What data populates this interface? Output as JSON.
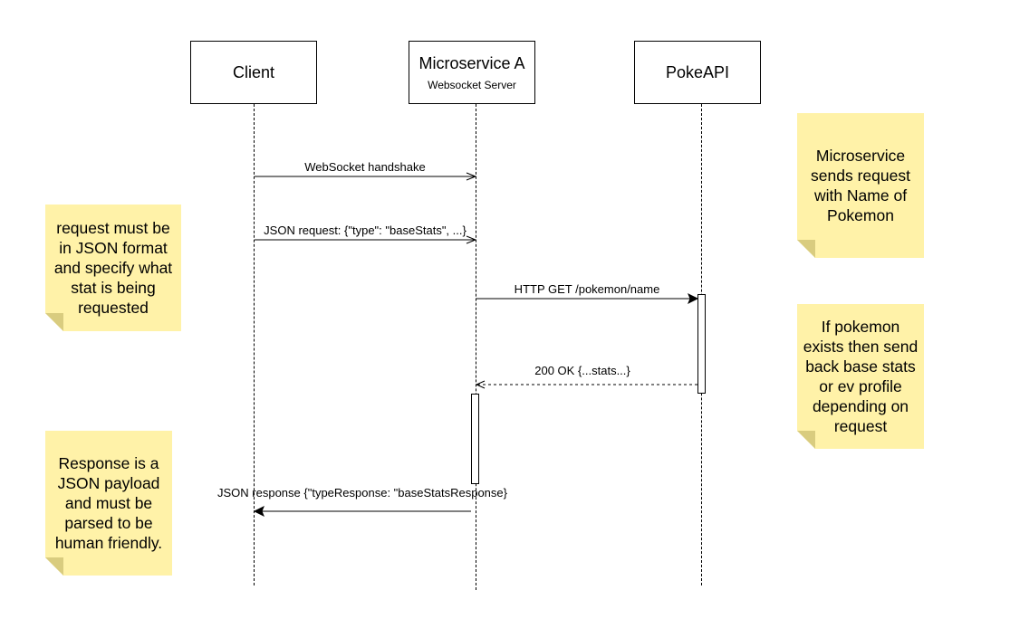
{
  "participants": {
    "client": {
      "name": "Client"
    },
    "microservice": {
      "name": "Microservice A",
      "subtitle": "Websocket Server"
    },
    "pokeapi": {
      "name": "PokeAPI"
    }
  },
  "messages": {
    "handshake": {
      "label": "WebSocket handshake"
    },
    "json_request": {
      "label": "JSON request: {\"type\": \"baseStats\", ...}"
    },
    "http_get": {
      "label": "HTTP GET /pokemon/name"
    },
    "ok_response": {
      "label": "200 OK {...stats...}"
    },
    "json_response": {
      "label": "JSON response {\"typeResponse: \"baseStatsResponse}"
    }
  },
  "notes": {
    "request_format": {
      "text": "request must be in JSON format and specify what stat is being requested"
    },
    "response_payload": {
      "text": "Response is a JSON payload and must be parsed to be human friendly."
    },
    "sends_request": {
      "text": "Microservice sends request with Name of Pokemon"
    },
    "if_exists": {
      "text": "If pokemon exists then send back base stats or ev profile depending on request"
    }
  }
}
